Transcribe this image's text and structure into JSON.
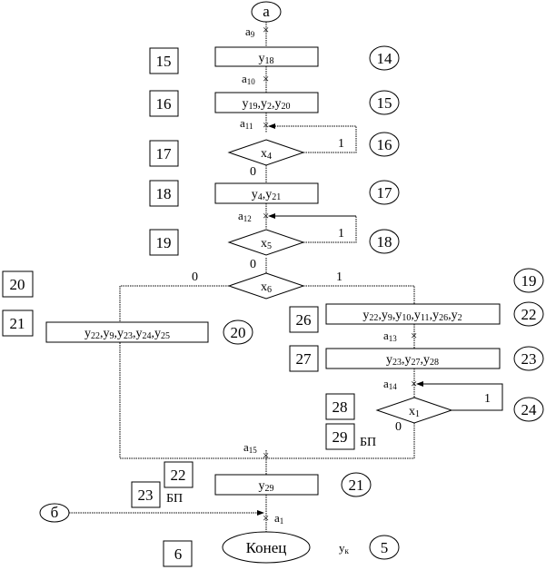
{
  "diagram": {
    "type": "flowchart",
    "start_connector": "а",
    "end_connector_in": "б",
    "terminal": "Конец",
    "terminal_output": "yк",
    "operators": [
      {
        "id": "op-y18",
        "text": "y18",
        "state_num": "14",
        "box_num": "15"
      },
      {
        "id": "op-y19-y2-y20",
        "text": "y19,y2,y20",
        "state_num": "15",
        "box_num": "16"
      },
      {
        "id": "op-y4-y21",
        "text": "y4,y21",
        "state_num": "17",
        "box_num": "18"
      },
      {
        "id": "op-y22-y9-y23-y24-y25",
        "text": "y22,y9,y23,y24,y25",
        "state_num": "20",
        "box_num": "21"
      },
      {
        "id": "op-y22-y9-y10-y11-y26-y2",
        "text": "y22,y9,y10,y11,y26,y2",
        "state_num": "22",
        "box_num": "26"
      },
      {
        "id": "op-y23-y27-y28",
        "text": "y23,y27,y28",
        "state_num": "23",
        "box_num": "27"
      },
      {
        "id": "op-y29",
        "text": "y29",
        "state_num": "21",
        "box_num": "22"
      }
    ],
    "conditions": [
      {
        "id": "cond-x4",
        "text": "x4",
        "state_num": "16",
        "box_num": "17",
        "true_label": "1",
        "false_label": "0"
      },
      {
        "id": "cond-x5",
        "text": "x5",
        "state_num": "18",
        "box_num": "19",
        "true_label": "1",
        "false_label": "0"
      },
      {
        "id": "cond-x6",
        "text": "x6",
        "state_num": "19",
        "box_num": "20",
        "true_label": "1",
        "false_label": "0"
      },
      {
        "id": "cond-x1",
        "text": "x1",
        "state_num": "24",
        "box_num": "28",
        "true_label": "1",
        "false_label": "0"
      }
    ],
    "state_marks": [
      "a9",
      "a10",
      "a11",
      "a12",
      "a13",
      "a14",
      "a15",
      "a1"
    ],
    "extra_boxes": [
      "29",
      "23",
      "6"
    ],
    "bp_label": "БП",
    "end_state_num": "5"
  }
}
